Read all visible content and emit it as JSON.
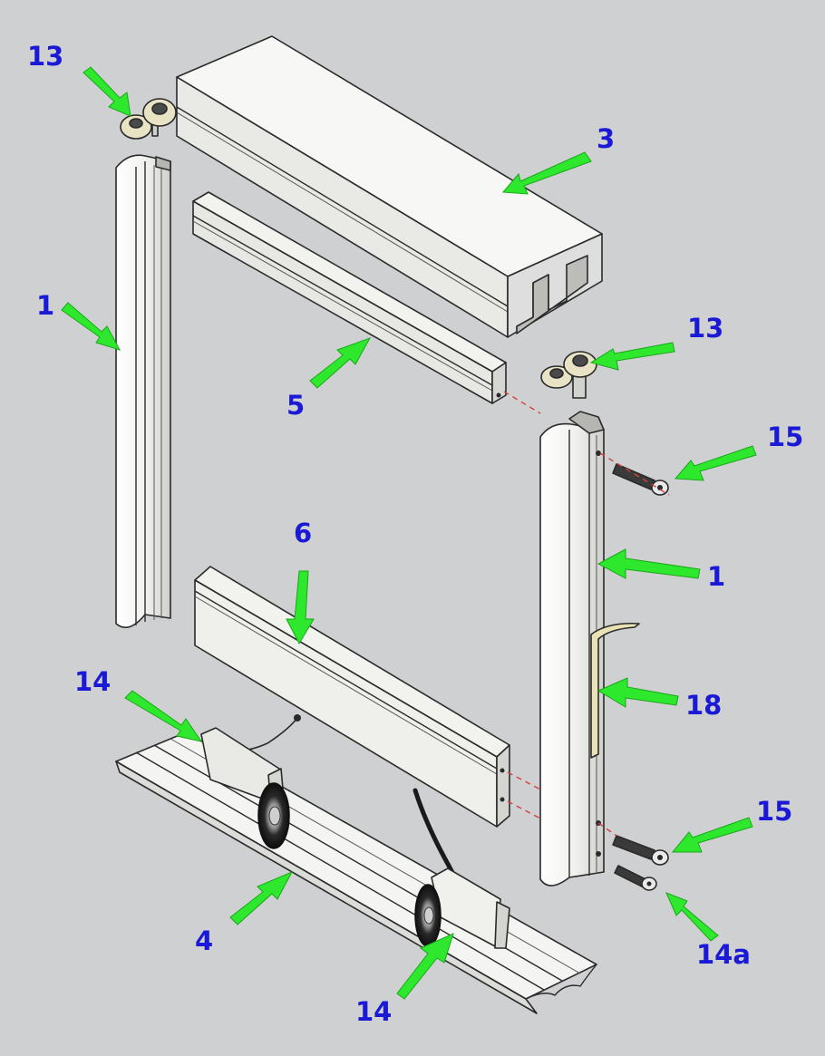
{
  "callouts": {
    "top_left_roller": "13",
    "top_track": "3",
    "left_profile": "1",
    "top_rail": "5",
    "top_right_roller": "13",
    "screw_upper": "15",
    "right_profile": "1",
    "bottom_rail": "6",
    "gasket": "18",
    "left_wheel": "14",
    "screw_lower": "15",
    "bottom_track": "4",
    "screw_small": "14a",
    "right_wheel": "14"
  },
  "colors": {
    "background": "#cfd0d1",
    "callout_text": "#1a1ad6",
    "arrow": "#2ee82e",
    "hidden_line": "#d64040",
    "metal": "#f4f4f2"
  }
}
